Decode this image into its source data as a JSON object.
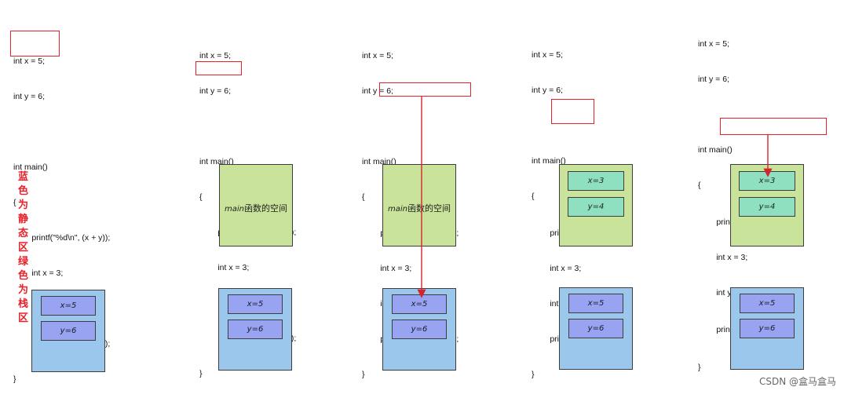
{
  "panels": [
    {
      "code": [
        "int x = 5;",
        "int y = 6;",
        "",
        "int main()",
        "{",
        "        printf(\"%d\\n\", (x + y));",
        "        int x = 3;",
        "        int y = 4;",
        "        printf(\"%d\\n\", (x + y));",
        "}"
      ],
      "static": {
        "x": "x=5",
        "y": "y=6"
      }
    },
    {
      "code": [
        "int x = 5;",
        "int y = 6;",
        "",
        "int main()",
        "{",
        "        printf(\"%d\\n\", (x + y));",
        "        int x = 3;",
        "        int y = 4;",
        "        printf(\"%d\\n\", (x + y));",
        "}"
      ],
      "stack_label_italic": "main",
      "stack_label_rest": "函数的空间",
      "static": {
        "x": "x=5",
        "y": "y=6"
      }
    },
    {
      "code": [
        "int x = 5;",
        "int y = 6;",
        "",
        "int main()",
        "{",
        "        printf(\"%d\\n\", (x + y));",
        "        int x = 3;",
        "        int y = 4;",
        "        printf(\"%d\\n\", (x + y));",
        "}"
      ],
      "stack_label_italic": "main",
      "stack_label_rest": "函数的空间",
      "static": {
        "x": "x=5",
        "y": "y=6"
      }
    },
    {
      "code": [
        "int x = 5;",
        "int y = 6;",
        "",
        "int main()",
        "{",
        "        printf(\"%d\\n\", (x + y));",
        "        int x = 3;",
        "        int y = 4;",
        "        printf(\"%d\\n\", (x + y));",
        "}"
      ],
      "stack": {
        "x": "x=3",
        "y": "y=4"
      },
      "static": {
        "x": "x=5",
        "y": "y=6"
      }
    },
    {
      "code": [
        "int x = 5;",
        "int y = 6;",
        "",
        "int main()",
        "{",
        "        printf(\"%d\\n\", (x + y));",
        "        int x = 3;",
        "        int y = 4;",
        "        printf(\"%d\\n\", (x + y));",
        "}"
      ],
      "stack": {
        "x": "x=3",
        "y": "y=4"
      },
      "static": {
        "x": "x=5",
        "y": "y=6"
      }
    }
  ],
  "legend": {
    "line1": "蓝色为静态区",
    "line2": "绿色为栈区"
  },
  "watermark": "CSDN @盒马盒马",
  "colors": {
    "highlight": "#e8202a",
    "stack_area": "#c9e39b",
    "static_area": "#9cc7ec",
    "static_var": "#98a4f1",
    "stack_var": "#8ee0c0"
  }
}
